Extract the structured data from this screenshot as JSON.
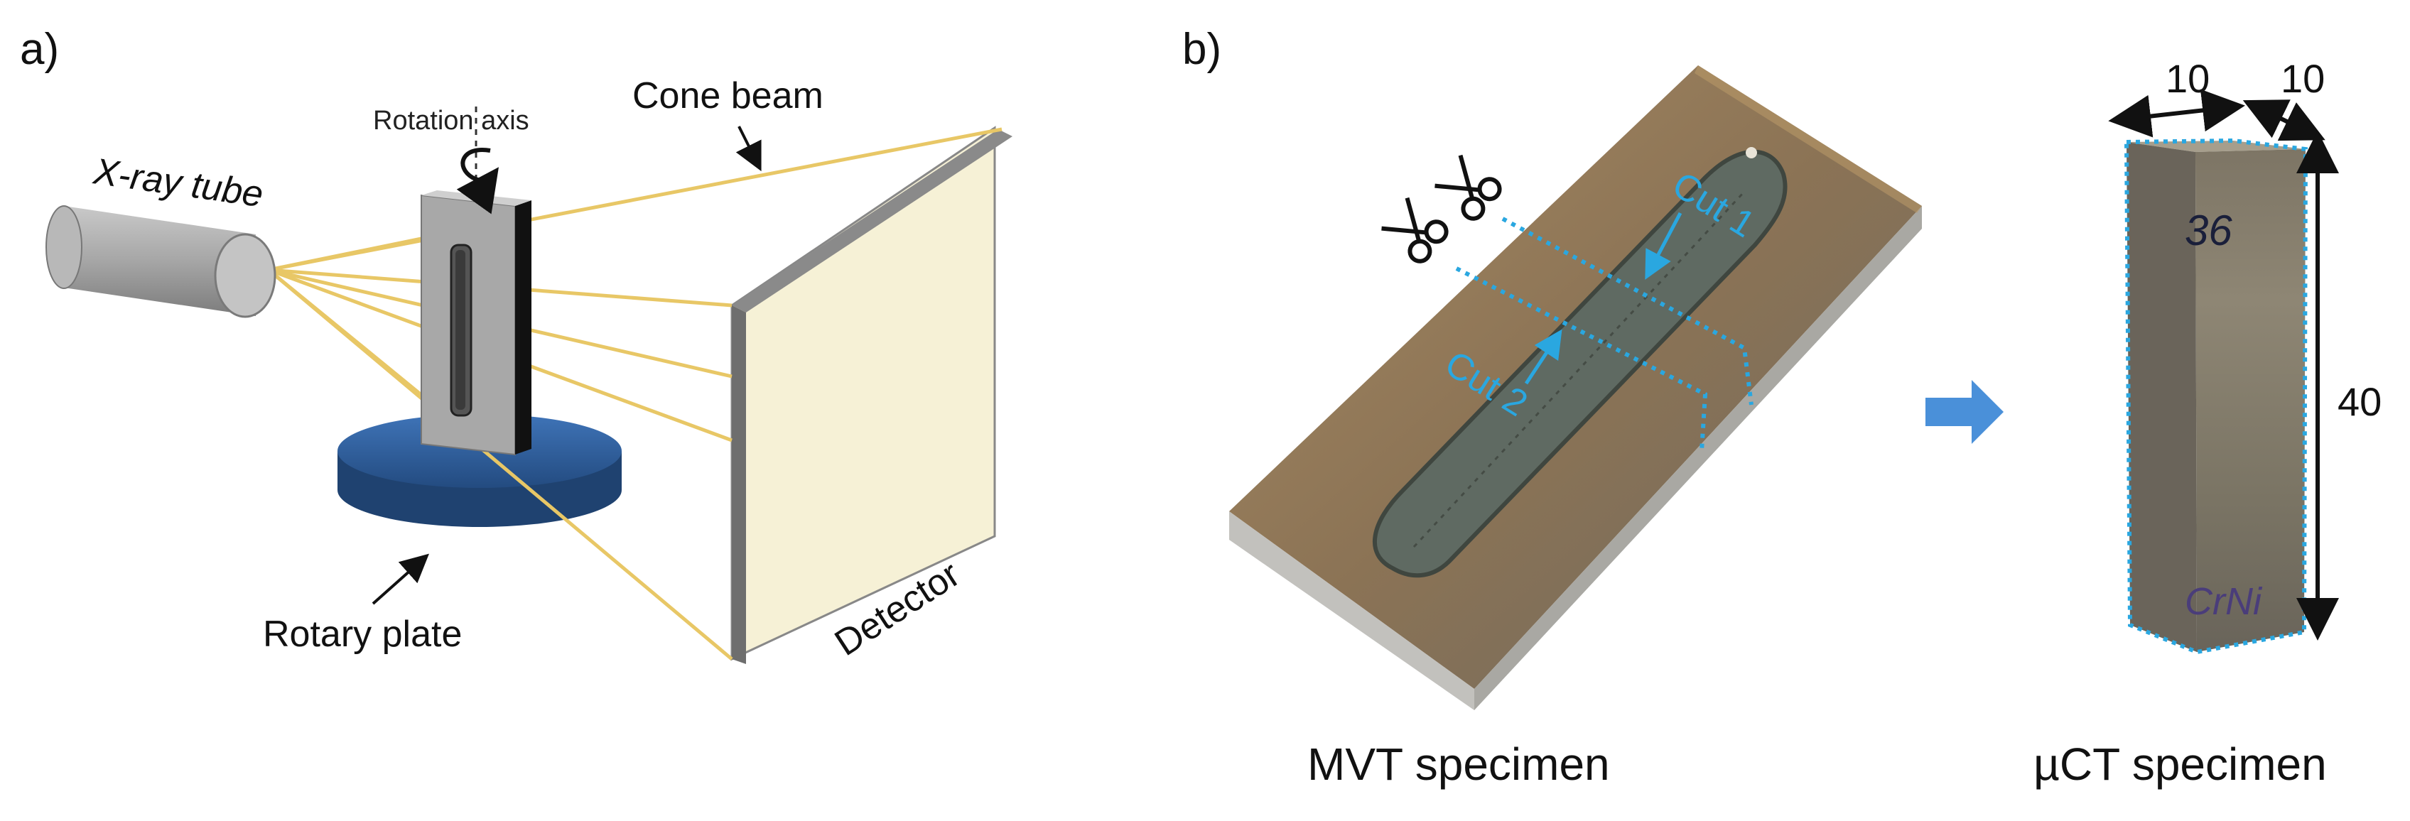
{
  "panel_a": {
    "label": "a)",
    "xray_tube": "X-ray tube",
    "rotation_axis": "Rotation axis",
    "cone_beam": "Cone beam",
    "rotary_plate": "Rotary plate",
    "detector": "Detector"
  },
  "panel_b": {
    "label": "b)",
    "cut1": "Cut 1",
    "cut2": "Cut 2",
    "mvt_caption": "MVT specimen",
    "uct_caption": "µCT specimen",
    "dim_width": "10",
    "dim_depth": "10",
    "dim_height": "40",
    "marking_top": "36",
    "marking_bottom": "CrNi"
  },
  "colors": {
    "beam": "#e8c766",
    "cut_line": "#2aa7e0",
    "plate": "#2f5f9e",
    "arrow_blue": "#4a90d9"
  },
  "icons": [
    "scissors-icon",
    "rotation-arrow-icon",
    "right-arrow-icon"
  ]
}
